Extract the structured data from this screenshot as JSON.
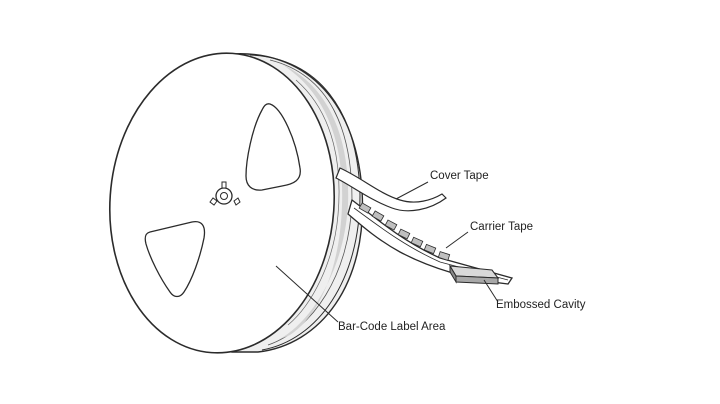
{
  "labels": {
    "cover_tape": "Cover Tape",
    "carrier_tape": "Carrier Tape",
    "embossed_cavity": "Embossed Cavity",
    "bar_code_label_area": "Bar-Code Label Area"
  },
  "colors": {
    "line": "#2b2b2b",
    "fill": "#ffffff",
    "shade": "#e8e8e8",
    "dark_shade": "#9a9a9a",
    "text": "#222222"
  }
}
